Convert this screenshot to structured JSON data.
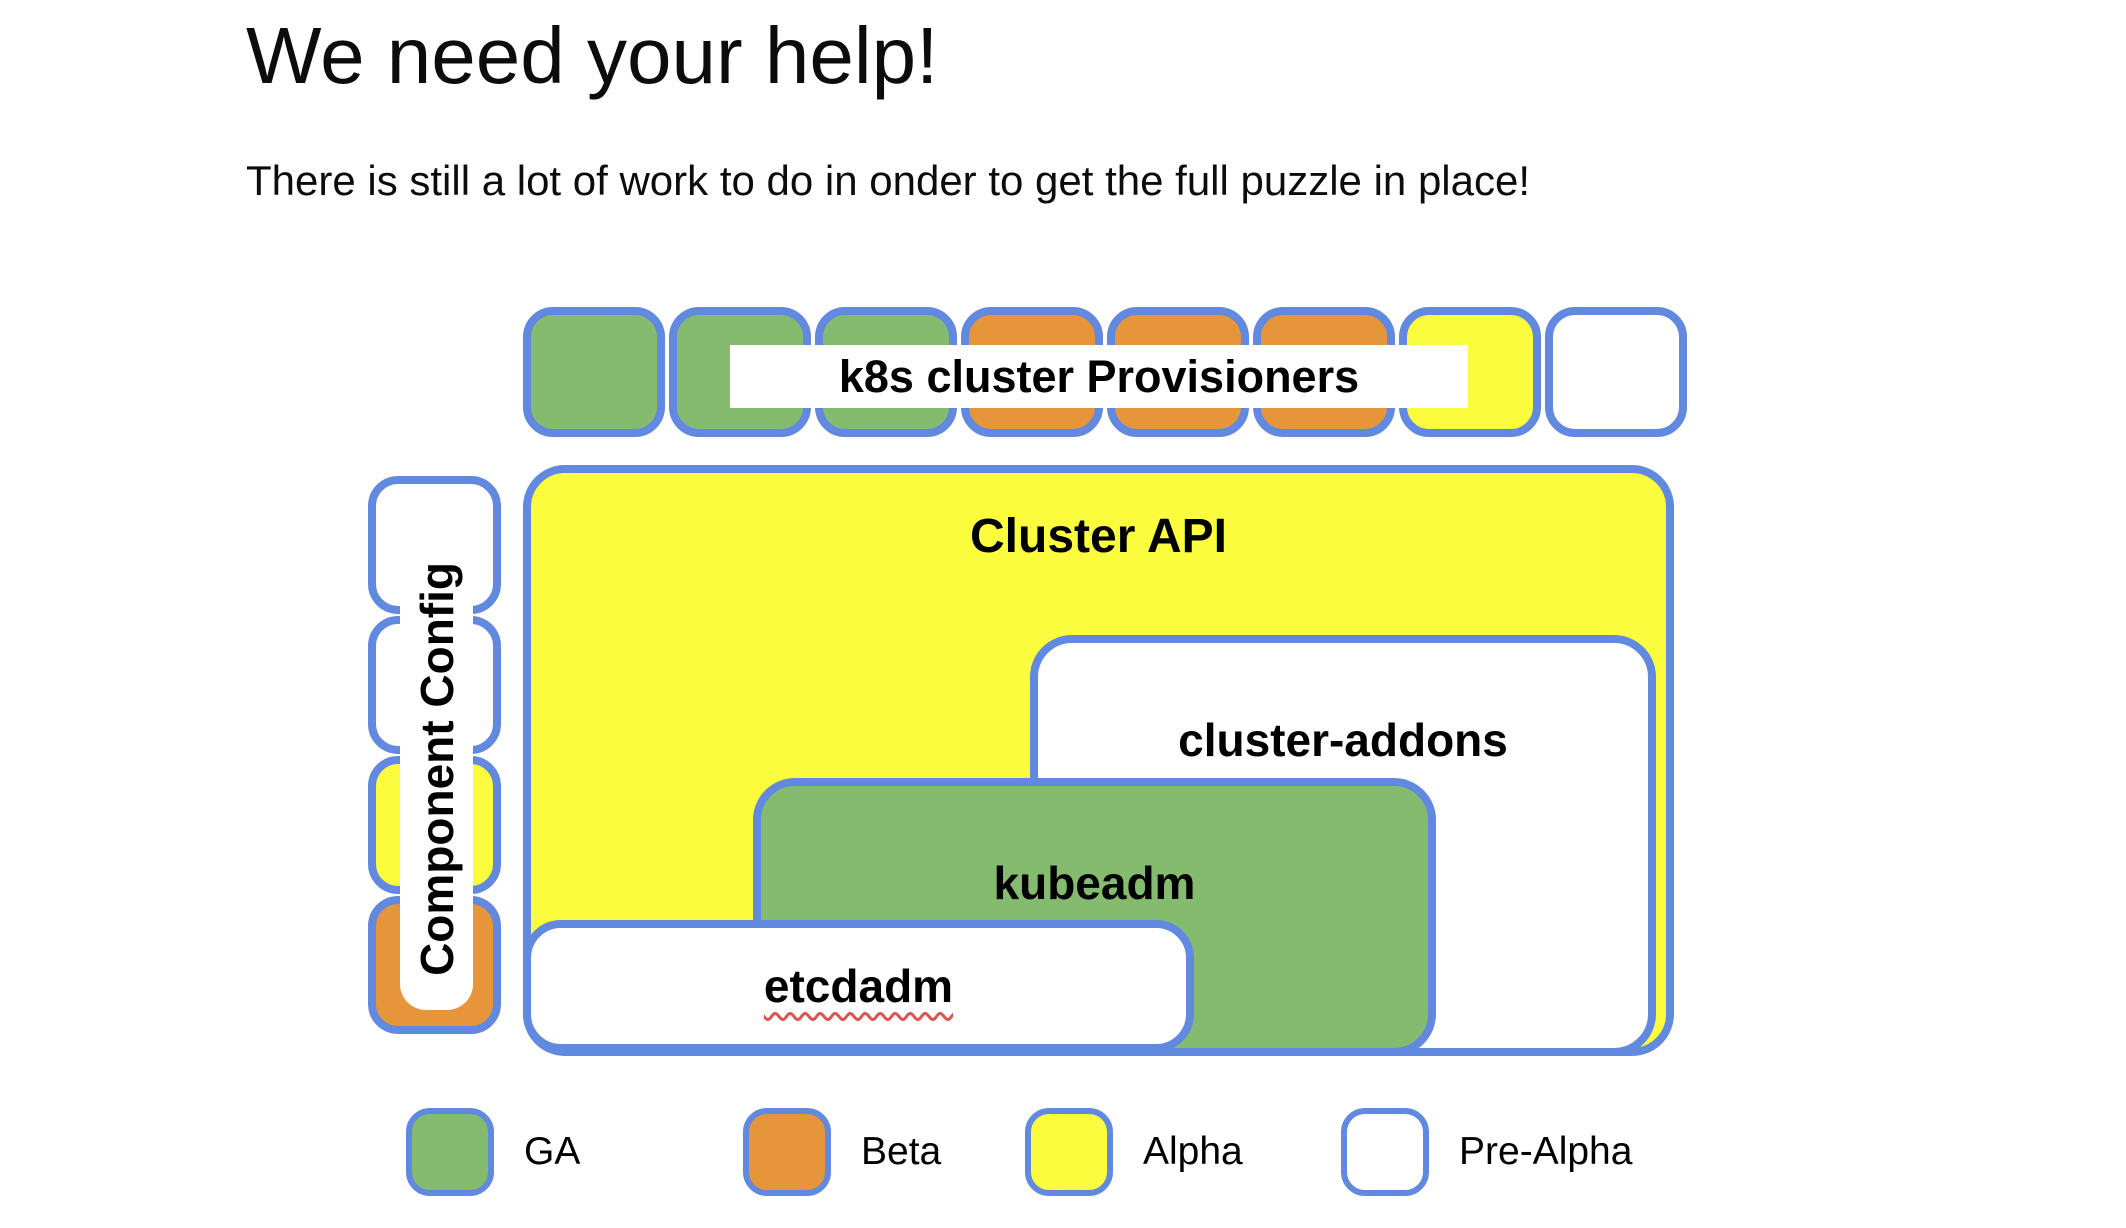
{
  "slide": {
    "title": "We need your help!",
    "subtitle": "There is still a lot of work to do in onder to get the full puzzle in place!"
  },
  "colors": {
    "green": "#85bb6f",
    "orange": "#e6953b",
    "yellow": "#fcfc3e",
    "white": "#ffffff",
    "border_blue": "#6289e0",
    "squiggle_red": "#e05252"
  },
  "diagram": {
    "provisioners_row": {
      "label": "k8s cluster Provisioners",
      "pieces": [
        "green",
        "green",
        "green",
        "orange",
        "orange",
        "orange",
        "yellow",
        "white"
      ]
    },
    "component_config_column": {
      "label": "Component Config",
      "pieces": [
        "white",
        "white",
        "yellow",
        "orange"
      ]
    },
    "boxes": {
      "cluster_api": {
        "label": "Cluster API",
        "color": "yellow"
      },
      "cluster_addons": {
        "label": "cluster-addons",
        "color": "white"
      },
      "kubeadm": {
        "label": "kubeadm",
        "color": "green"
      },
      "etcdadm": {
        "label": "etcdadm",
        "color": "white",
        "spellcheck_underline": true
      }
    }
  },
  "legend": [
    {
      "label": "GA",
      "color": "green"
    },
    {
      "label": "Beta",
      "color": "orange"
    },
    {
      "label": "Alpha",
      "color": "yellow"
    },
    {
      "label": "Pre-Alpha",
      "color": "white"
    }
  ]
}
